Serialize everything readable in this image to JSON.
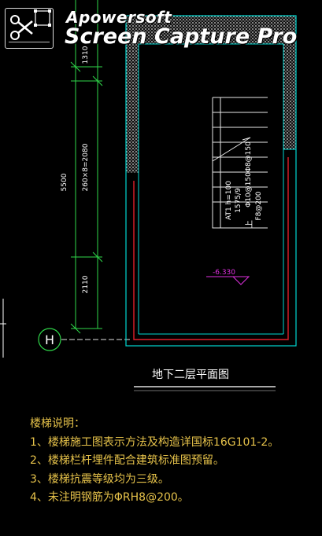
{
  "watermark": {
    "brand": "Apowersoft",
    "product": "Screen Capture Pro",
    "logo_icon": "scissors-selection-icon"
  },
  "drawing": {
    "dimensions": {
      "top": "1310",
      "middle": "260×8=2080",
      "bottom": "2110",
      "overall": "5500"
    },
    "stair_labels": {
      "at": "AT1 h=100",
      "ratio": "1575/9",
      "rebar1": "Φ10@150Φ8@150",
      "rebar2": "F8@200",
      "direction": "上"
    },
    "elevation": "-6.330",
    "axis_grid": "H",
    "title": "地下二层平面图"
  },
  "notes": {
    "heading": "楼梯说明：",
    "items": [
      "1、楼梯施工图表示方法及构造详国标16G101-2。",
      "2、楼梯栏杆埋件配合建筑标准图预留。",
      "3、楼梯抗震等级均为三级。",
      "4、未注明钢筋为ΦRH8@200。"
    ]
  },
  "colors": {
    "background": "#000000",
    "wall_outline": "#00d7d2",
    "wall_fill": "#c8c8c8",
    "red_line": "#e0202a",
    "green_dim": "#2fd84a",
    "stair_lines": "#ffffff",
    "magenta": "#e030e0",
    "note_text": "#e6c24a"
  }
}
